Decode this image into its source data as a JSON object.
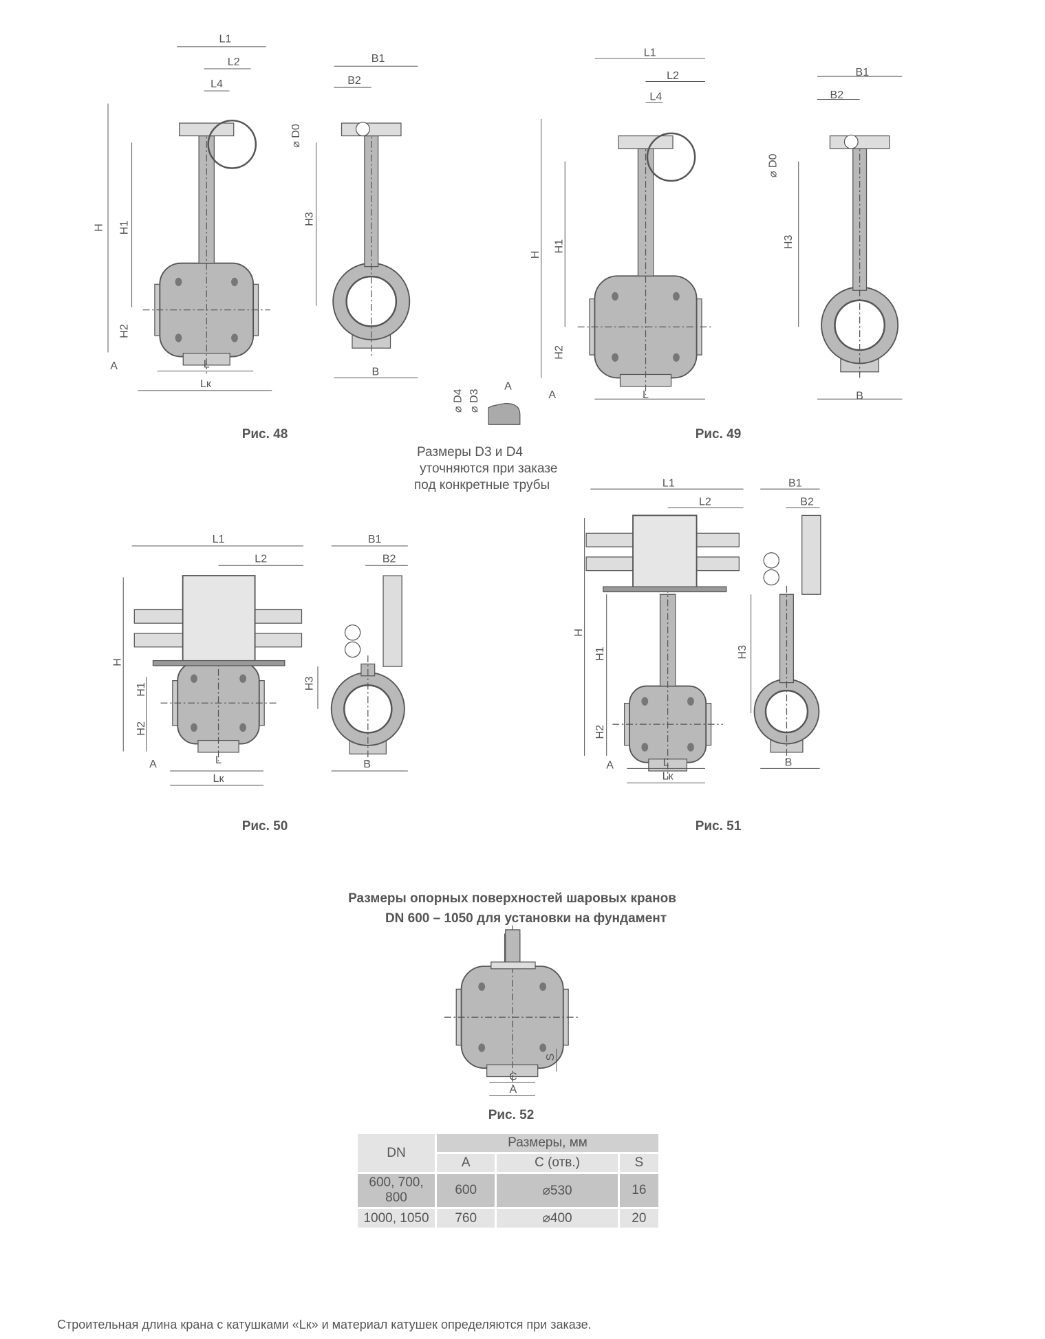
{
  "figures": {
    "fig48": {
      "caption": "Рис. 48",
      "labels": [
        "L1",
        "L2",
        "L4",
        "H",
        "H1",
        "H2",
        "A",
        "L",
        "Lк",
        "B1",
        "B2",
        "⌀ D0",
        "H3",
        "B"
      ]
    },
    "fig49": {
      "caption": "Рис. 49",
      "labels": [
        "L1",
        "L2",
        "L4",
        "H",
        "H1",
        "H2",
        "A",
        "L",
        "B1",
        "B2",
        "⌀ D0",
        "H3",
        "B"
      ]
    },
    "fig50": {
      "caption": "Рис. 50",
      "labels": [
        "L1",
        "L2",
        "H",
        "H1",
        "H2",
        "A",
        "L",
        "Lк",
        "B1",
        "B2",
        "H3",
        "B"
      ]
    },
    "fig51": {
      "caption": "Рис. 51",
      "labels": [
        "L1",
        "L2",
        "H",
        "H1",
        "H2",
        "A",
        "L",
        "Lк",
        "B1",
        "B2",
        "H3",
        "B"
      ]
    },
    "fig52": {
      "caption": "Рис. 52",
      "labels": [
        "S",
        "C",
        "A"
      ]
    },
    "detail": {
      "labels": [
        "⌀ D4",
        "⌀ D3",
        "A"
      ]
    }
  },
  "note": {
    "line1": "Размеры D3 и D4",
    "line2": "уточняются при заказе",
    "line3": "под конкретные трубы"
  },
  "heading": {
    "line1": "Размеры опорных поверхностей шаровых кранов",
    "line2": "DN 600 – 1050 для установки на фундамент"
  },
  "table": {
    "dn_header": "DN",
    "group_header": "Размеры, мм",
    "columns": [
      "A",
      "C (отв.)",
      "S"
    ],
    "rows": [
      {
        "dn": "600, 700, 800",
        "a": "600",
        "c": "⌀530",
        "s": "16"
      },
      {
        "dn": "1000, 1050",
        "a": "760",
        "c": "⌀400",
        "s": "20"
      }
    ]
  },
  "footer": "Строительная длина крана с катушками «Lк» и материал катушек определяются при заказе."
}
